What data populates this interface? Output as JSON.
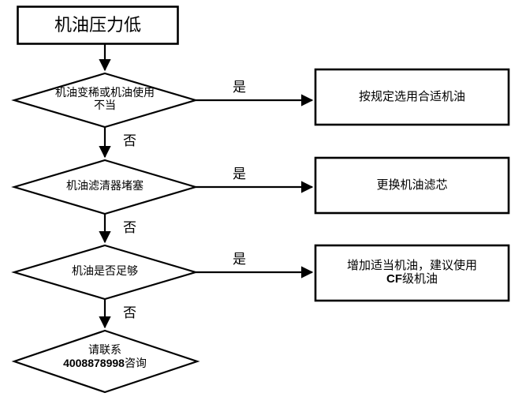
{
  "diagram": {
    "title_node": {
      "id": "start",
      "shape": "rectangle",
      "text": "机油压力低"
    },
    "decisions": [
      {
        "id": "decision-oil-thin",
        "shape": "diamond",
        "line1": "机油变稀或机油使用",
        "line2": "不当",
        "yes_label": "是",
        "no_label": "否"
      },
      {
        "id": "decision-filter-clogged",
        "shape": "diamond",
        "line1": "机油滤清器堵塞",
        "line2": "",
        "yes_label": "是",
        "no_label": "否"
      },
      {
        "id": "decision-oil-enough",
        "shape": "diamond",
        "line1": "机油是否足够",
        "line2": "",
        "yes_label": "是",
        "no_label": "否"
      }
    ],
    "actions": [
      {
        "id": "action-select-proper-oil",
        "shape": "rectangle",
        "line1": "按规定选用合适机油",
        "line2": ""
      },
      {
        "id": "action-replace-filter",
        "shape": "rectangle",
        "line1": "更换机油滤芯",
        "line2": ""
      },
      {
        "id": "action-add-oil",
        "shape": "rectangle",
        "line1": "增加适当机油，建议使用",
        "line2_bold": "CF",
        "line2_rest": "级机油"
      }
    ],
    "terminal": {
      "id": "terminal-contact",
      "shape": "diamond",
      "line1": "请联系",
      "line2_bold": "4008878998",
      "line2_rest": "咨询"
    },
    "style": {
      "stroke": "#000000",
      "fill": "#ffffff",
      "text_color": "#000000",
      "stroke_width_box": 2.6,
      "stroke_width_diamond": 2.2,
      "stroke_width_edge": 2.2
    }
  }
}
